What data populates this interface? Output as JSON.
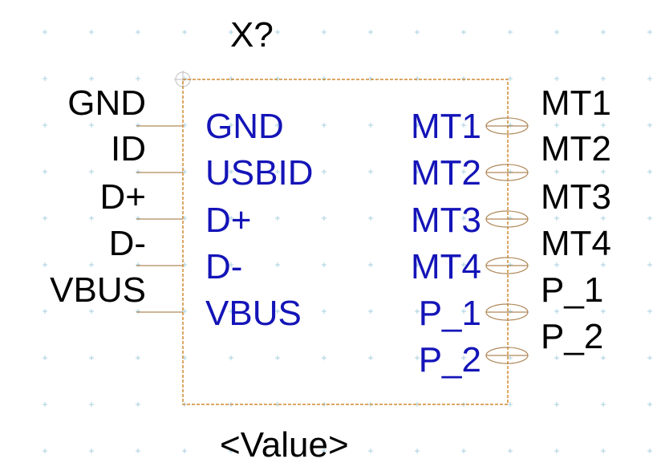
{
  "component": {
    "designator": "X?",
    "value": "<Value>",
    "left_pins": [
      {
        "external": "GND",
        "internal": "GND"
      },
      {
        "external": "ID",
        "internal": "USBID"
      },
      {
        "external": "D+",
        "internal": "D+"
      },
      {
        "external": "D-",
        "internal": "D-"
      },
      {
        "external": "VBUS",
        "internal": "VBUS"
      }
    ],
    "right_pins": [
      {
        "internal": "MT1",
        "external": "MT1"
      },
      {
        "internal": "MT2",
        "external": "MT2"
      },
      {
        "internal": "MT3",
        "external": "MT3"
      },
      {
        "internal": "MT4",
        "external": "MT4"
      },
      {
        "internal": "P_1",
        "external": "P_1"
      },
      {
        "internal": "P_2",
        "external": "P_2"
      }
    ]
  },
  "colors": {
    "body_outline": "#d08a30",
    "pin_line": "#b08a5a",
    "pad": "#b0885a",
    "internal_text": "#1414b8",
    "external_text": "#000000",
    "grid_dot": "#a8d0e0"
  }
}
